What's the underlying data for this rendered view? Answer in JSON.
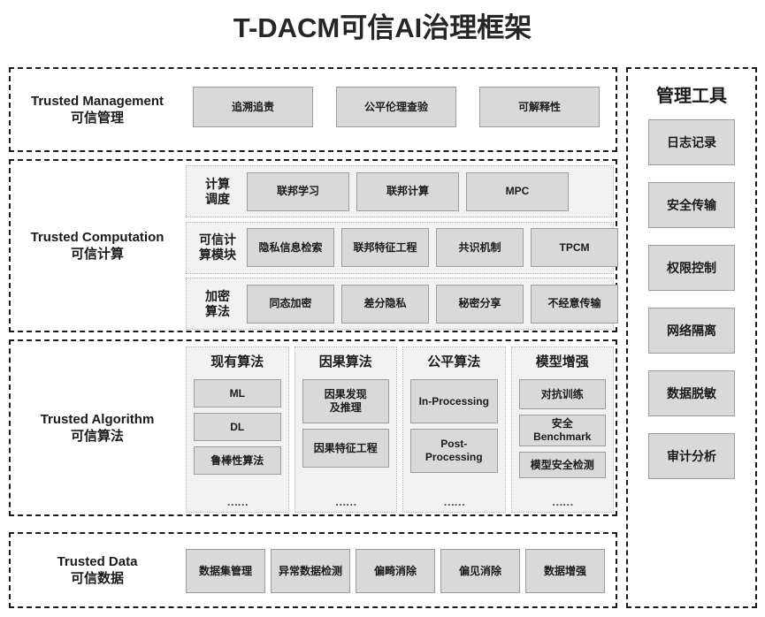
{
  "title": "T-DACM可信AI治理框架",
  "sections": [
    {
      "id": "management",
      "label_en": "Trusted Management",
      "label_cn": "可信管理",
      "chips": [
        "追溯追责",
        "公平伦理查验",
        "可解释性"
      ]
    },
    {
      "id": "computation",
      "label_en": "Trusted Computation",
      "label_cn": "可信计算",
      "rows": [
        {
          "id": "scheduling",
          "label": "计算\n调度",
          "label_l1": "计算",
          "label_l2": "调度",
          "chips": [
            "联邦学习",
            "联邦计算",
            "MPC"
          ]
        },
        {
          "id": "module",
          "label_l1": "可信计",
          "label_l2": "算模块",
          "chips": [
            "隐私信息检索",
            "联邦特征工程",
            "共识机制",
            "TPCM"
          ]
        },
        {
          "id": "crypto",
          "label_l1": "加密",
          "label_l2": "算法",
          "chips": [
            "同态加密",
            "差分隐私",
            "秘密分享",
            "不经意传输"
          ]
        }
      ]
    },
    {
      "id": "algorithm",
      "label_en": "Trusted Algorithm",
      "label_cn": "可信算法",
      "columns": [
        {
          "id": "existing",
          "header": "现有算法",
          "items": [
            "ML",
            "DL",
            "鲁棒性算法"
          ],
          "more": "……"
        },
        {
          "id": "causal",
          "header": "因果算法",
          "items": [
            "因果发现\n及推理",
            "因果特征工程"
          ],
          "more": "……"
        },
        {
          "id": "fairness",
          "header": "公平算法",
          "items": [
            "In-Processing",
            "Post-\nProcessing"
          ],
          "more": "……"
        },
        {
          "id": "robustness",
          "header": "模型增强",
          "items": [
            "对抗训练",
            "安全\nBenchmark",
            "模型安全检测"
          ],
          "more": "……"
        }
      ]
    },
    {
      "id": "data",
      "label_en": "Trusted Data",
      "label_cn": "可信数据",
      "chips": [
        "数据集管理",
        "异常数据检测",
        "偏畸消除",
        "偏见消除",
        "数据增强"
      ]
    }
  ],
  "tools_panel": {
    "header": "管理工具",
    "items": [
      "日志记录",
      "安全传输",
      "权限控制",
      "网络隔离",
      "数据脱敏",
      "审计分析"
    ]
  },
  "colors": {
    "chip_fill": "#d9d9d9",
    "chip_border": "#9c9c9c",
    "subpanel_fill": "#f2f2f2",
    "section_border": "#1a1a1a",
    "text": "#1a1a1a",
    "title": "#262626"
  }
}
